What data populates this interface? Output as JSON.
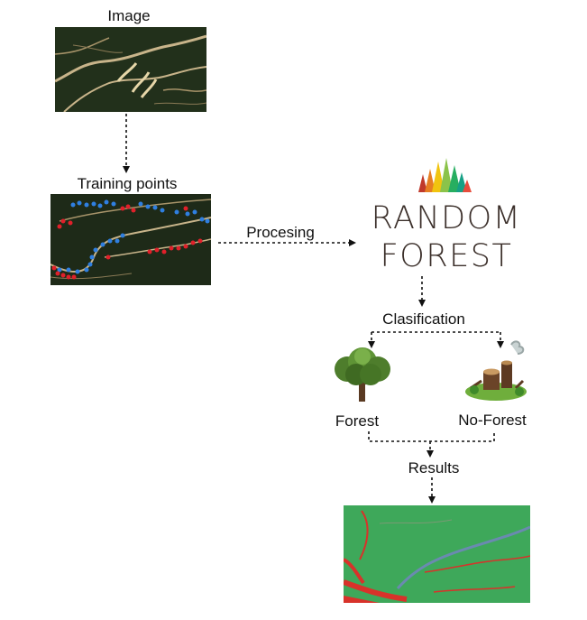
{
  "nodes": {
    "image_label": "Image",
    "training_label": "Training points",
    "processing_label": "Procesing",
    "classification_label": "Clasification",
    "forest_label": "Forest",
    "noforest_label": "No-Forest",
    "results_label": "Results"
  },
  "brand": {
    "line1": "RANDOM",
    "line2": "FOREST",
    "logo_icon": "tree-cluster-icon",
    "text_color": "#3b2f2a"
  },
  "icons": {
    "forest": "tree-icon",
    "noforest": "tree-stump-icon"
  },
  "colors": {
    "satellite_dark": "#1e2a18",
    "river": "#c8b48a",
    "training_blue": "#2f7fe0",
    "training_red": "#e0202a",
    "result_green": "#3ea85a",
    "result_red": "#d8322a",
    "result_blue": "#6a8ab0",
    "connector": "#111111"
  }
}
